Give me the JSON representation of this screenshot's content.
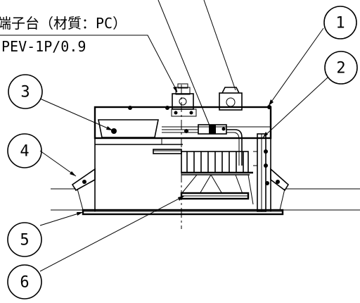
{
  "annotation": {
    "line1": "端子台（材質：PC）",
    "line2": "PEV-1P/0.9"
  },
  "callouts": [
    "1",
    "2",
    "3",
    "4",
    "5",
    "6"
  ]
}
